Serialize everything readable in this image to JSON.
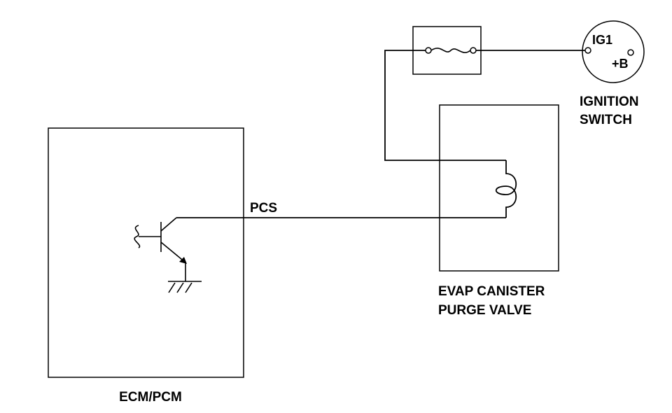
{
  "labels": {
    "ecm": "ECM/PCM",
    "signal": "PCS",
    "valve_line1": "EVAP CANISTER",
    "valve_line2": "PURGE VALVE",
    "switch_line1": "IGNITION",
    "switch_line2": "SWITCH",
    "ig1": "IG1",
    "plus_b": "+B"
  }
}
